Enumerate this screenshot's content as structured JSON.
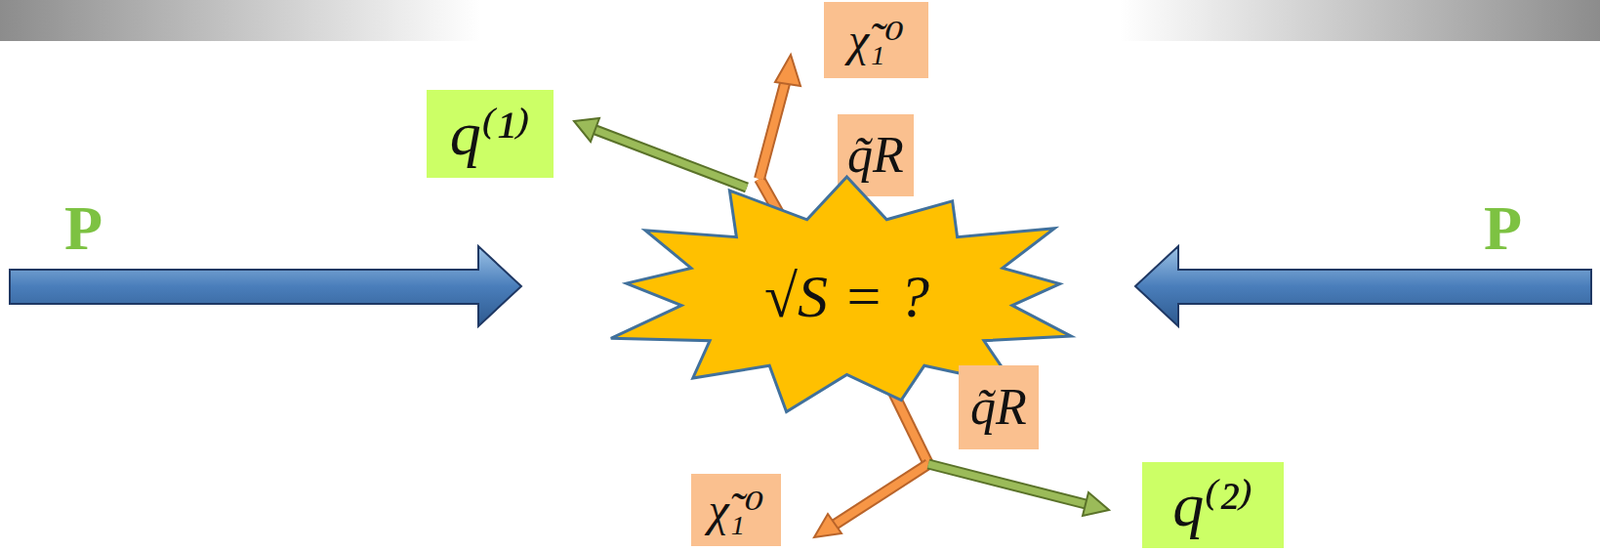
{
  "diagram": {
    "nodes": [
      {
        "text": [
          "χ̃₁⁰"
        ]
      },
      {
        "text": [
          "q⁽¹⁾"
        ]
      },
      {
        "text": [
          "q̃R"
        ]
      },
      {
        "text": [
          "√S = ?"
        ]
      },
      {
        "text": [
          "q̃R"
        ]
      },
      {
        "text": [
          "χ̃₁⁰"
        ]
      },
      {
        "text": [
          "q⁽²⁾"
        ]
      }
    ],
    "labels": [
      "P",
      "P"
    ]
  }
}
